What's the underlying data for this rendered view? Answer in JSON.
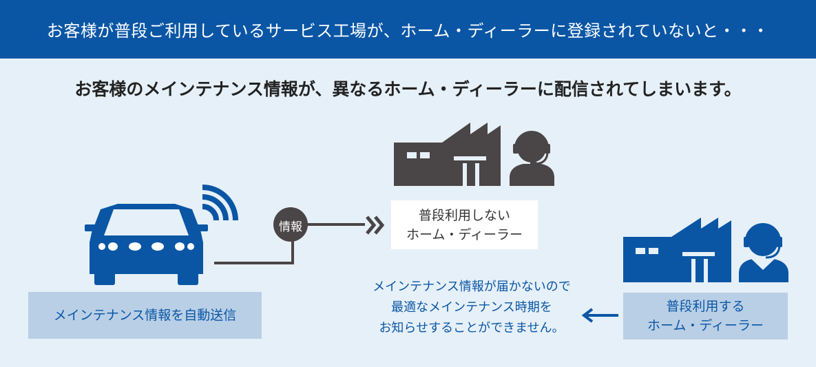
{
  "header": {
    "text": "お客様が普段ご利用しているサービス工場が、ホーム・ディーラーに登録されていないと・・・"
  },
  "headline": {
    "text": "お客様のメインテナンス情報が、異なるホーム・ディーラーに配信されてしまいます。"
  },
  "car": {
    "icon": "car-icon",
    "signal_icon": "wireless-signal-icon",
    "box_label": "メインテナンス情報を自動送信"
  },
  "info_badge": {
    "label": "情報"
  },
  "unused_dealer": {
    "icons": [
      "factory-icon",
      "headset-operator-icon"
    ],
    "line1": "普段利用しない",
    "line2": "ホーム・ディーラー"
  },
  "used_dealer": {
    "icons": [
      "factory-icon",
      "headset-operator-icon"
    ],
    "line1": "普段利用する",
    "line2": "ホーム・ディーラー"
  },
  "notice": {
    "line1": "メインテナンス情報が届かないので",
    "line2": "最適なメインテナンス時期を",
    "line3": "お知らせすることができません。"
  },
  "colors": {
    "brand_blue": "#0a56a5",
    "light_blue_box": "#b9cfe6",
    "background": "#e6f0f8",
    "dark_gray": "#4a4546"
  }
}
